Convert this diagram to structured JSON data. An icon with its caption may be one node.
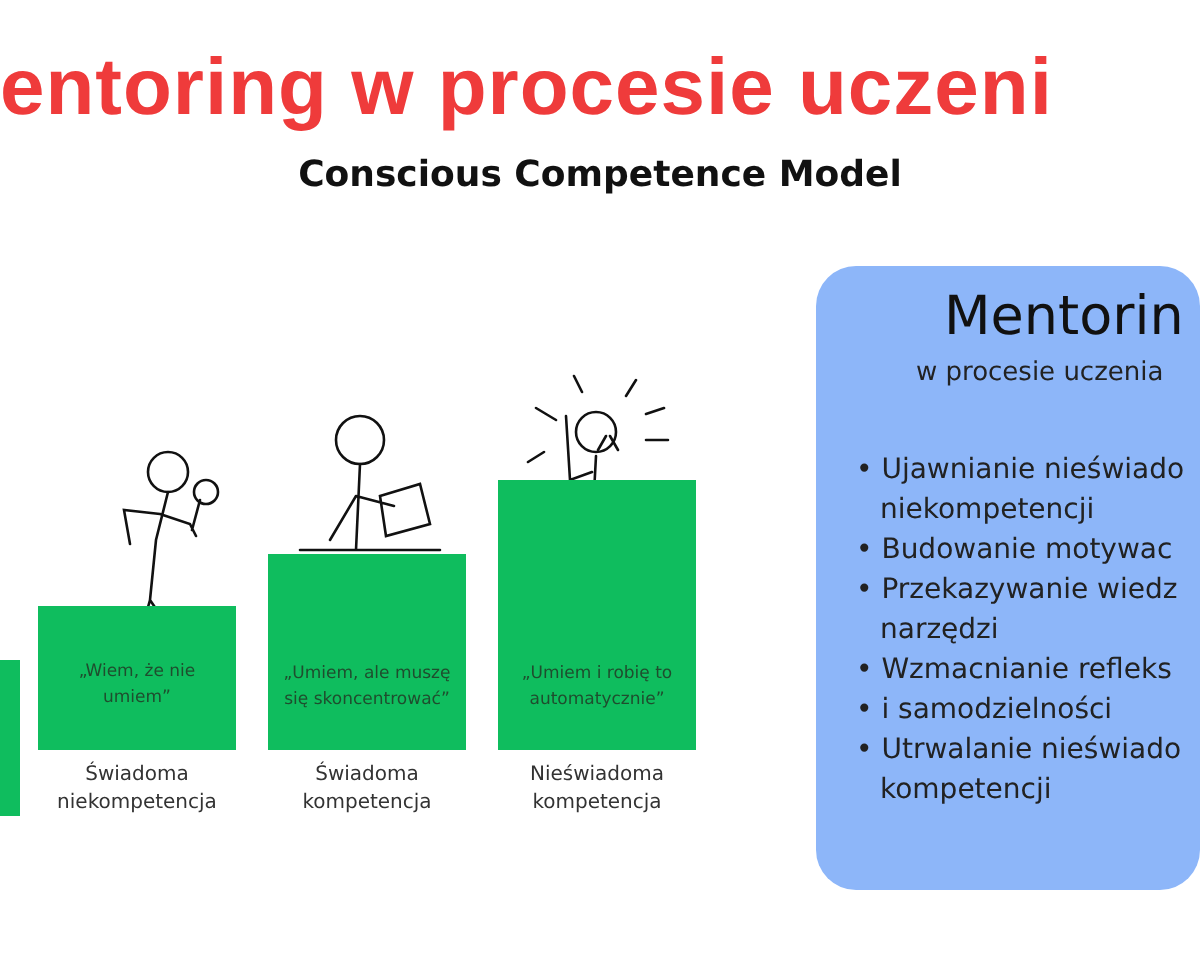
{
  "diagram": {
    "title": "entoring w procesie uczeni",
    "caption": "Conscious Competence Model",
    "nodes": [
      {
        "text": [],
        "shape": "box"
      },
      {
        "text": [
          "„Wiem, że nie umiem”"
        ],
        "beside": [
          "Świadoma niekompetencja"
        ]
      },
      {
        "text": [
          "„Umiem, ale muszę się skoncentrować”"
        ],
        "beside": [
          "Świadoma kompetencja"
        ]
      },
      {
        "text": [
          "„Umiem i robię to automatycznie”"
        ],
        "beside": [
          "Nieświadoma kompetencja"
        ]
      },
      {
        "text": [
          "Mentorin",
          "w procesie uczenia",
          "• Ujawnianie nieświado niekompetencji",
          "• Budowanie motywac",
          "• Przekazywanie wiedz narzędzi",
          "• Wzmacnianie refleks",
          "• i samodzielności",
          "• Utrwalanie nieświado kompetencji"
        ]
      }
    ],
    "edges": []
  }
}
